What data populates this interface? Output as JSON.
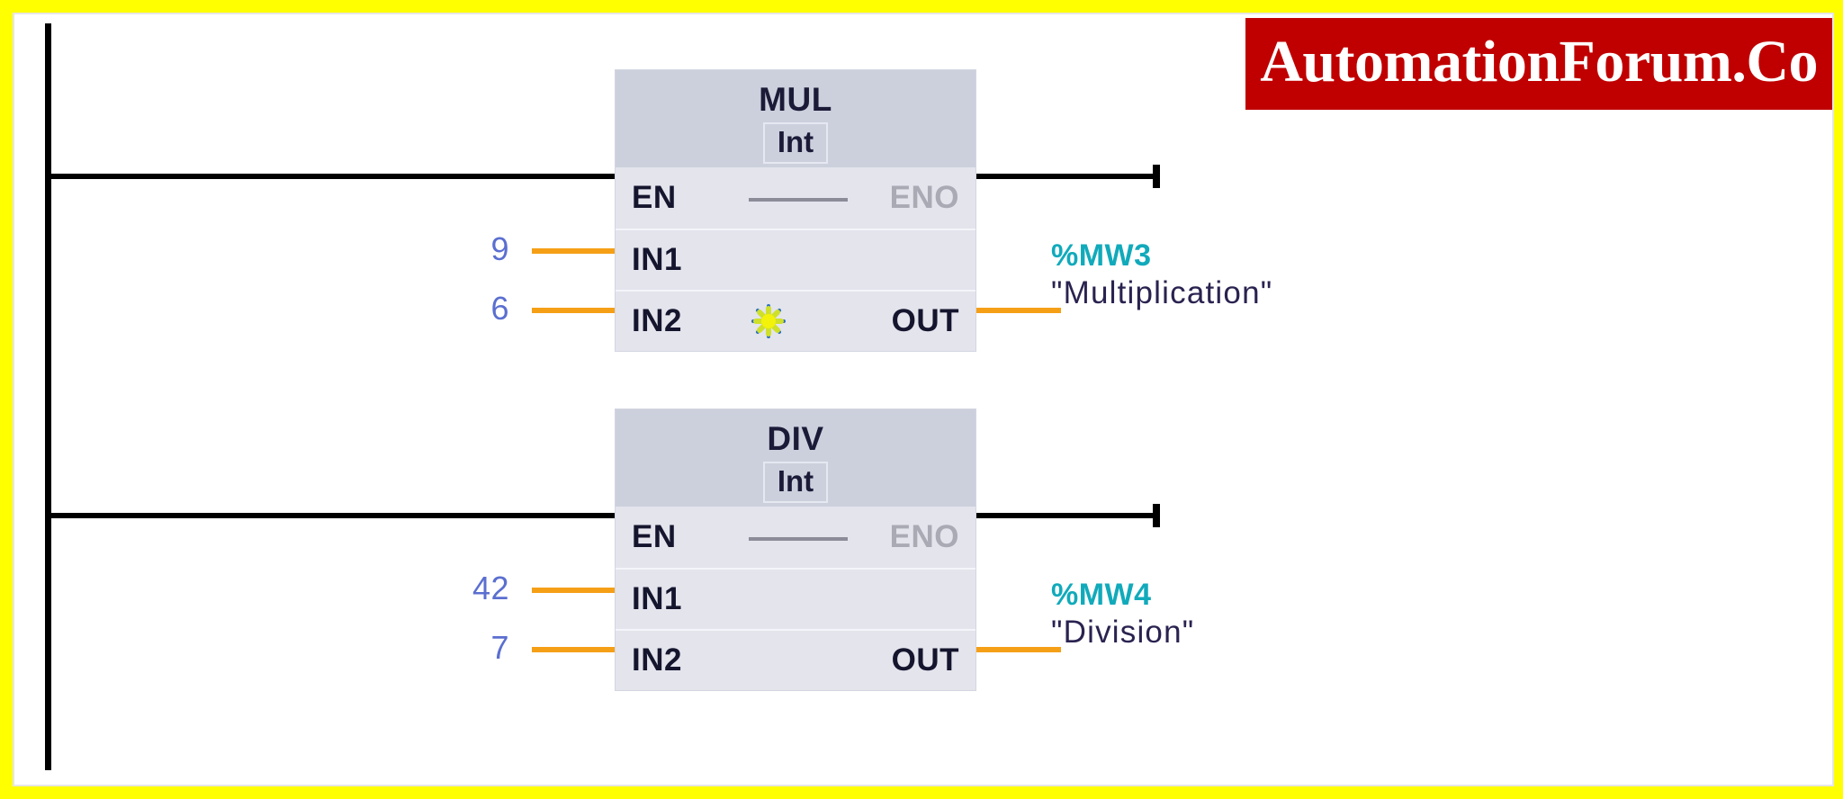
{
  "watermark": {
    "text": "AutomationForum.Co",
    "background": "#c00000",
    "color": "#ffffff"
  },
  "colors": {
    "frame": "#ffff00",
    "rail": "#000000",
    "block_header": "#ccd0dd",
    "block_body": "#e3e4ec",
    "connector_orange": "#f59f16",
    "operand_blue": "#5b6fd0",
    "address_teal": "#11aabb",
    "tag_navy": "#2a2350",
    "eno_gray": "#a9aab4"
  },
  "networks": [
    {
      "id": "network-mul",
      "block": {
        "name": "MUL",
        "datatype": "Int",
        "pins": {
          "en": "EN",
          "eno": "ENO",
          "in1": "IN1",
          "in2": "IN2",
          "out": "OUT"
        },
        "marker_icon": "star-burst-icon",
        "has_marker": true
      },
      "inputs": [
        {
          "pin": "IN1",
          "value": "9"
        },
        {
          "pin": "IN2",
          "value": "6"
        }
      ],
      "output": {
        "address": "%MW3",
        "tag": "\"Multiplication\""
      }
    },
    {
      "id": "network-div",
      "block": {
        "name": "DIV",
        "datatype": "Int",
        "pins": {
          "en": "EN",
          "eno": "ENO",
          "in1": "IN1",
          "in2": "IN2",
          "out": "OUT"
        },
        "marker_icon": null,
        "has_marker": false
      },
      "inputs": [
        {
          "pin": "IN1",
          "value": "42"
        },
        {
          "pin": "IN2",
          "value": "7"
        }
      ],
      "output": {
        "address": "%MW4",
        "tag": "\"Division\""
      }
    }
  ]
}
